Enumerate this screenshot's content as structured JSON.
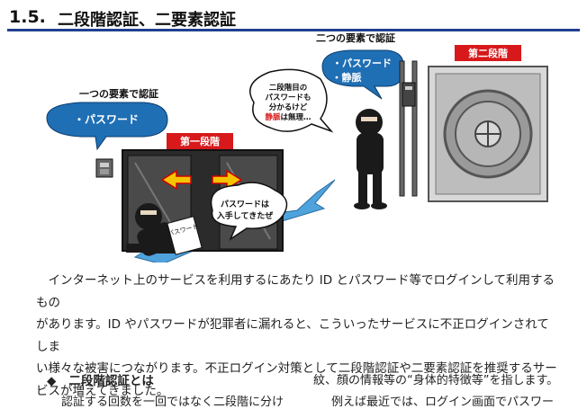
{
  "heading": {
    "number": "1.5.",
    "title": "二段階認証、二要素認証"
  },
  "illustration": {
    "one_factor_label": "一つの要素で認証",
    "one_factor_bubble": "・パスワード",
    "stage1_sign": "第一段階",
    "memo_text": "パスワード",
    "villain1_bubble": [
      "パスワードは",
      "入手してきたぜ"
    ],
    "two_factor_label": "二つの要素で認証",
    "two_factor_bubble": [
      "・パスワード",
      "・静脈"
    ],
    "stage2_sign": "第二段階",
    "villain2_bubble": [
      "二段階目の",
      "パスワードも",
      "分かるけど",
      "静脈は無理…"
    ],
    "highlight_word": "静脈",
    "colors": {
      "accent_red": "#d7191b",
      "bubble_blue": "#1f6fb5",
      "arrow_blue": "#4fa3dc",
      "arrow_yellow": "#f5c400",
      "heading_rule": "#1f3f8f"
    }
  },
  "body": {
    "paragraph_lines": [
      "インターネット上のサービスを利用するにあたり ID とパスワード等でログインして利用するもの",
      "があります。ID やパスワードが犯罪者に漏れると、こういったサービスに不正ログインされてしま",
      "い様々な被害につながります。不正ログイン対策として二段階認証や二要素認証を推奨するサー",
      "ビスが増えてきました。"
    ]
  },
  "section": {
    "bullet": "◆",
    "heading_bold": "二段階認証",
    "heading_rest": "とは",
    "right_line": "紋、顔の情報等の“身体的特徴等”を指します。",
    "left_cut_line": "認証する回数を一回ではなく二段階に分け",
    "right_cut_line": "例えば最近では、ログイン画面でパスワー"
  }
}
